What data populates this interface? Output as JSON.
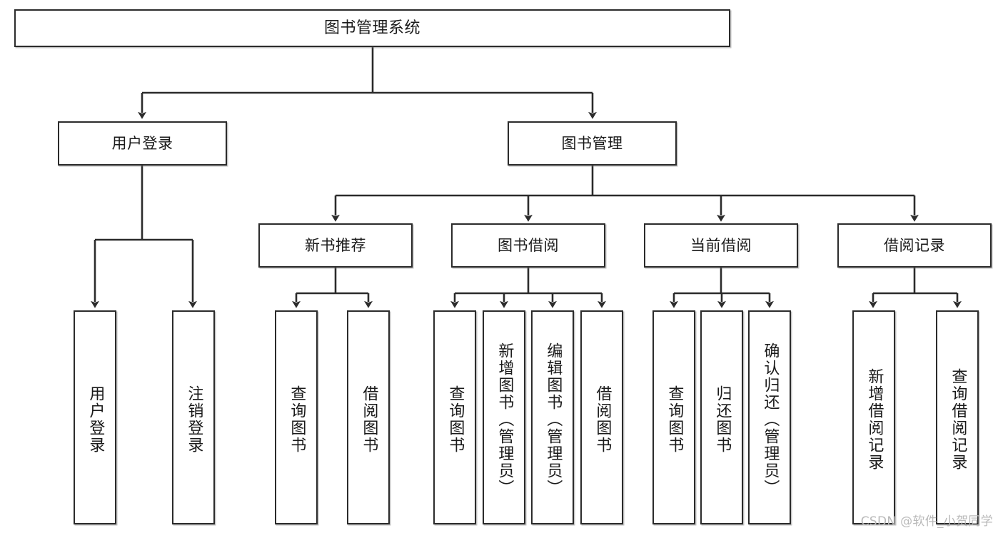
{
  "diagram": {
    "title": "图书管理系统",
    "type": "tree",
    "watermark": "CSDN @软件_小贺同学",
    "colors": {
      "box_border": "#2b2b2b",
      "box_fill": "#ffffff",
      "edge": "#2b2b2b",
      "text": "#1a1a1a",
      "watermark": "#b9b9b9",
      "background": "#ffffff"
    }
  },
  "nodes": {
    "root": {
      "label": "图书管理系统"
    },
    "level2": [
      {
        "id": "user-login",
        "label": "用户登录"
      },
      {
        "id": "book-manage",
        "label": "图书管理"
      }
    ],
    "level3": [
      {
        "id": "new-book-recommend",
        "label": "新书推荐"
      },
      {
        "id": "book-borrow",
        "label": "图书借阅"
      },
      {
        "id": "current-borrow",
        "label": "当前借阅"
      },
      {
        "id": "borrow-record",
        "label": "借阅记录"
      }
    ],
    "leaves": {
      "user_login": [
        {
          "id": "leaf-user-login",
          "label": "用户登录"
        },
        {
          "id": "leaf-logout-login",
          "label": "注销登录"
        }
      ],
      "new_book_recommend": [
        {
          "id": "leaf-query-book-1",
          "label": "查询图书"
        },
        {
          "id": "leaf-borrow-book-1",
          "label": "借阅图书"
        }
      ],
      "book_borrow": [
        {
          "id": "leaf-query-book-2",
          "label": "查询图书"
        },
        {
          "id": "leaf-add-book",
          "label": "新增图书（管理员）"
        },
        {
          "id": "leaf-edit-book",
          "label": "编辑图书（管理员）"
        },
        {
          "id": "leaf-borrow-book-2",
          "label": "借阅图书"
        }
      ],
      "current_borrow": [
        {
          "id": "leaf-query-book-3",
          "label": "查询图书"
        },
        {
          "id": "leaf-return-book",
          "label": "归还图书"
        },
        {
          "id": "leaf-confirm-return",
          "label": "确认归还（管理员）"
        }
      ],
      "borrow_record": [
        {
          "id": "leaf-add-record",
          "label": "新增借阅记录"
        },
        {
          "id": "leaf-query-record",
          "label": "查询借阅记录"
        }
      ]
    }
  }
}
